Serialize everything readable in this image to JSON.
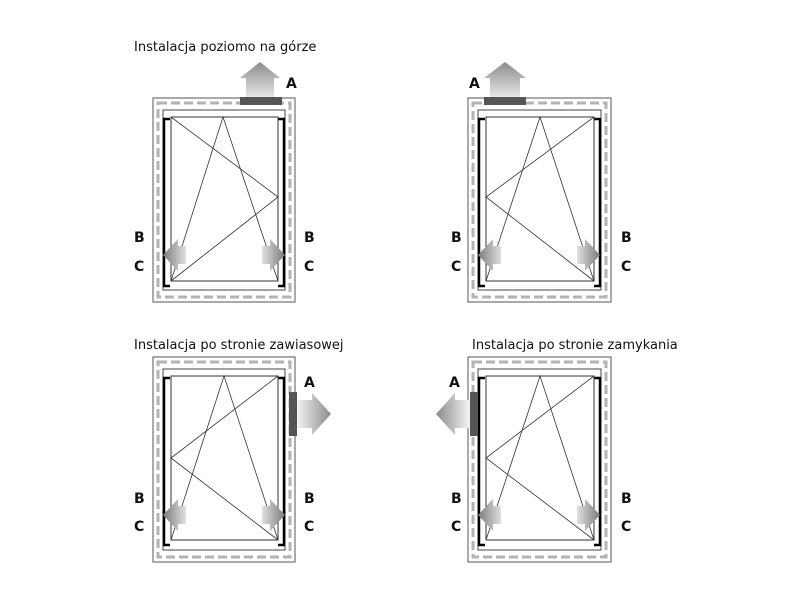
{
  "panels": [
    {
      "caption": "Instalacja poziomo na górze",
      "a": "A",
      "b_left": "B",
      "b_right": "B",
      "c_left": "C",
      "c_right": "C"
    },
    {
      "caption": "",
      "a": "A",
      "b_left": "B",
      "b_right": "B",
      "c_left": "C",
      "c_right": "C"
    },
    {
      "caption": "Instalacja po stronie zawiasowej",
      "a": "A",
      "b_left": "B",
      "b_right": "B",
      "c_left": "C",
      "c_right": "C"
    },
    {
      "caption": "Instalacja po stronie zamykania",
      "a": "A",
      "b_left": "B",
      "b_right": "B",
      "c_left": "C",
      "c_right": "C"
    }
  ],
  "colors": {
    "frame": "#555555",
    "dashes": "#b3b3b3",
    "sash": "#000000",
    "device": "#555555",
    "arrow_light": "#f2f2f2",
    "arrow_dark": "#777777"
  }
}
